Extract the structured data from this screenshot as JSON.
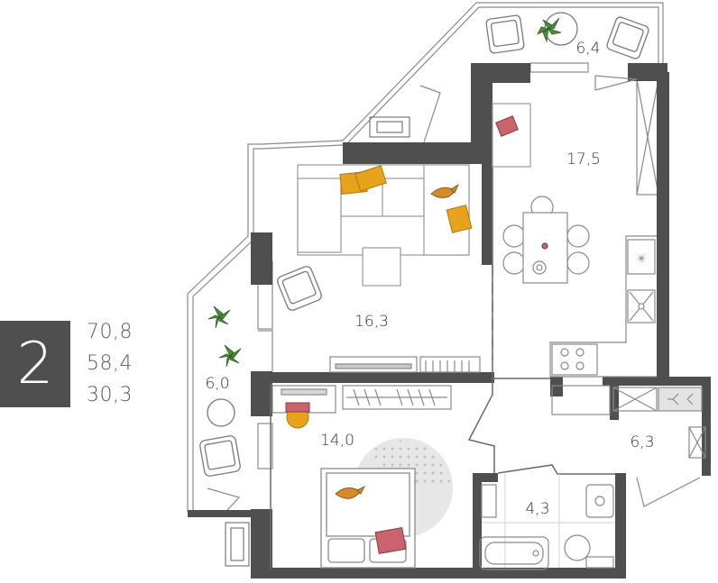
{
  "summary": {
    "rooms": "2",
    "total_area": "70,8",
    "living_area": "58,4",
    "kitchen_area": "30,3"
  },
  "rooms": {
    "loggia_top": "6,4",
    "kitchen_living": "17,5",
    "living_room": "16,3",
    "loggia_left": "6,0",
    "bedroom": "14,0",
    "hall": "6,3",
    "bathroom": "4,3"
  },
  "colors": {
    "wall": "#4f4f4f",
    "furniture_line": "#9a9a9a",
    "cushion_orange": "#e8a31c",
    "cushion_pink": "#c9646f",
    "plant_green": "#4d8c3a",
    "rug_grey": "#e7e7e7"
  }
}
